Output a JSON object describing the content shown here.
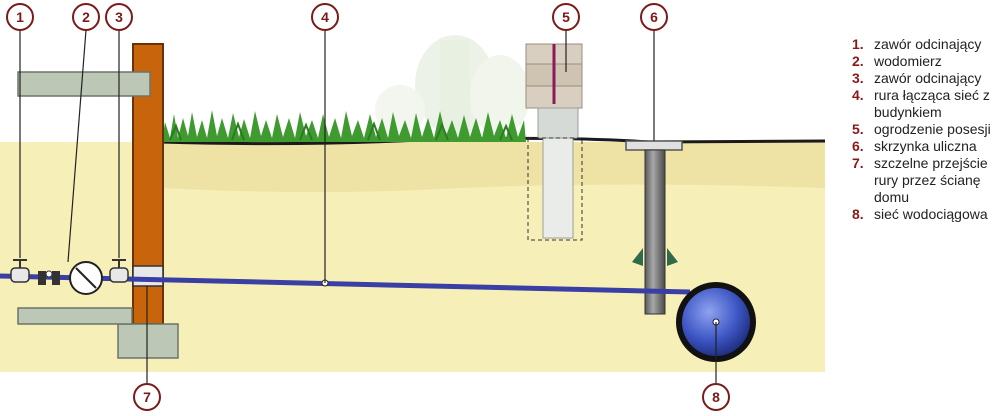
{
  "callouts": {
    "c1": "1",
    "c2": "2",
    "c3": "3",
    "c4": "4",
    "c5": "5",
    "c6": "6",
    "c7": "7",
    "c8": "8"
  },
  "legend": [
    {
      "num": "1.",
      "text": "zawór odcinający"
    },
    {
      "num": "2.",
      "text": "wodomierz"
    },
    {
      "num": "3.",
      "text": "zawór odcinający"
    },
    {
      "num": "4.",
      "text": "rura łącząca sieć z budynkiem"
    },
    {
      "num": "5.",
      "text": "ogrodzenie posesji"
    },
    {
      "num": "6.",
      "text": "skrzynka uliczna"
    },
    {
      "num": "7.",
      "text": "szczelne przejście rury przez ścianę domu"
    },
    {
      "num": "8.",
      "text": "sieć wodociągowa"
    }
  ],
  "colors": {
    "soil": "#f7efb8",
    "topsoil": "#eee3a4",
    "grass": "#3f9a30",
    "wall": "#c8640c",
    "pipe": "#3a3fa6",
    "main": "#3d56c4",
    "callout_ring": "#7a1a1a",
    "legend_num": "#8a1a1a"
  }
}
